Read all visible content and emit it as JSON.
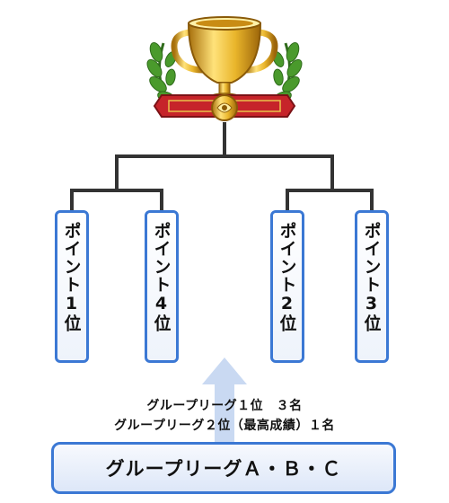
{
  "trophy": {
    "icon": "trophy-icon",
    "gold": "#d7a21f",
    "ribbon": "#c6242a",
    "laurel": "#4a9a2c"
  },
  "bracket": {
    "line_color": "#333333",
    "slots": [
      {
        "label": "ポイント1位"
      },
      {
        "label": "ポイント4位"
      },
      {
        "label": "ポイント2位"
      },
      {
        "label": "ポイント3位"
      }
    ]
  },
  "advance": {
    "icon": "up-arrow-icon",
    "line1": "グループリーグ１位　３名",
    "line2": "グループリーグ２位（最高成績）１名"
  },
  "base": {
    "label": "グループリーグＡ・Ｂ・Ｃ"
  },
  "colors": {
    "accent": "#3b78d4",
    "arrow": "#c9d9f2"
  }
}
